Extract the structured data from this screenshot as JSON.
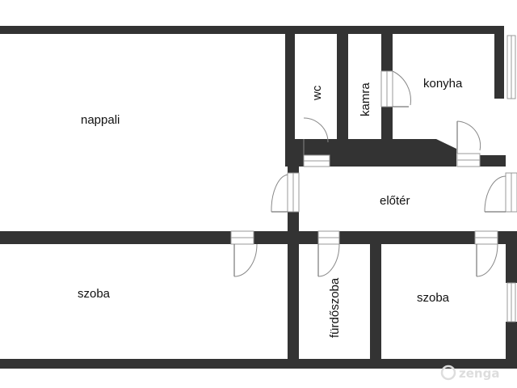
{
  "rooms": {
    "living_room": "nappali",
    "wc": "wc",
    "pantry": "kamra",
    "kitchen": "konyha",
    "hall": "előtér",
    "room_left": "szoba",
    "bathroom": "fürdőszoba",
    "room_right": "szoba"
  },
  "watermark": "zenga",
  "colors": {
    "wall": "#333333",
    "background": "#ffffff",
    "watermark": "#dddddd"
  }
}
